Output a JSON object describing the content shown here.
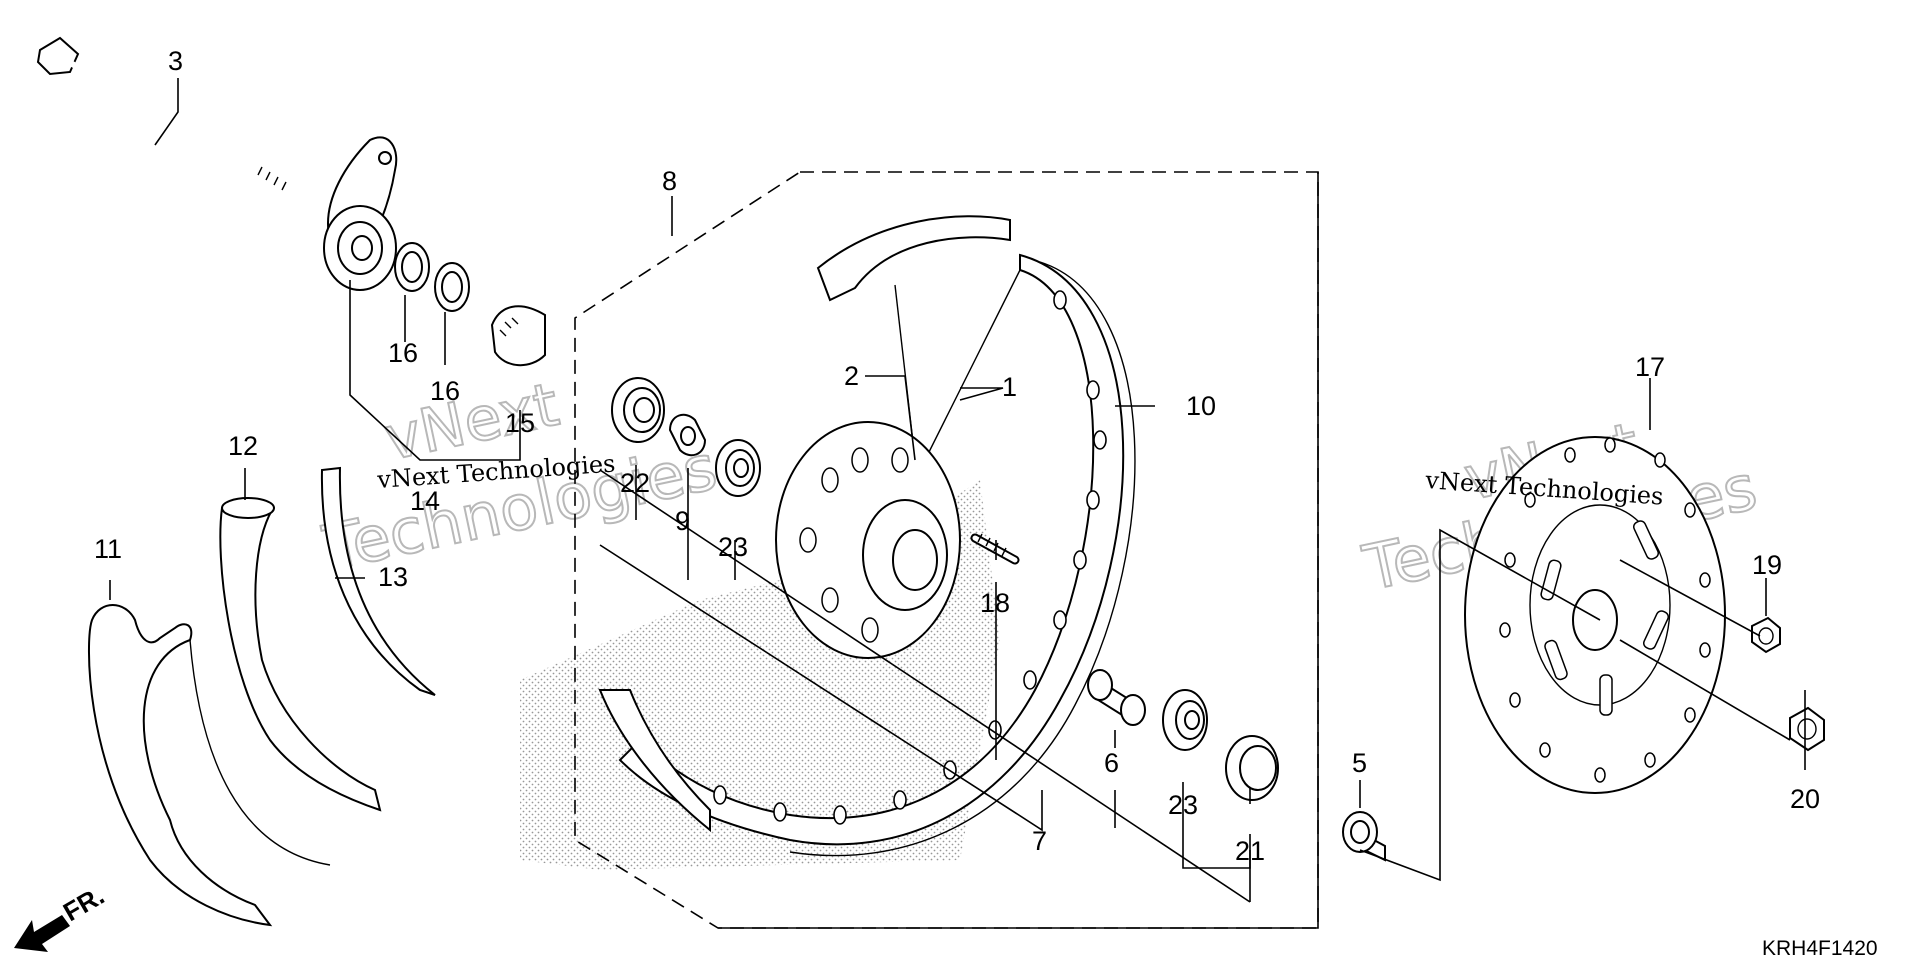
{
  "diagram": {
    "callouts": {
      "c1": "1",
      "c2": "2",
      "c3": "3",
      "c5": "5",
      "c6": "6",
      "c7": "7",
      "c8": "8",
      "c9": "9",
      "c10": "10",
      "c11": "11",
      "c12": "12",
      "c13": "13",
      "c14": "14",
      "c15": "15",
      "c16a": "16",
      "c16b": "16",
      "c17": "17",
      "c18": "18",
      "c19": "19",
      "c20": "20",
      "c21": "21",
      "c22": "22",
      "c23a": "23",
      "c23b": "23"
    },
    "watermarks": {
      "left_line": "vNext Technologies",
      "right_line": "vNext Technologies",
      "big_word_1": "vNext",
      "big_word_2": "Technologies"
    },
    "direction_label": "FR.",
    "diagram_code": "KRH4F1420"
  }
}
